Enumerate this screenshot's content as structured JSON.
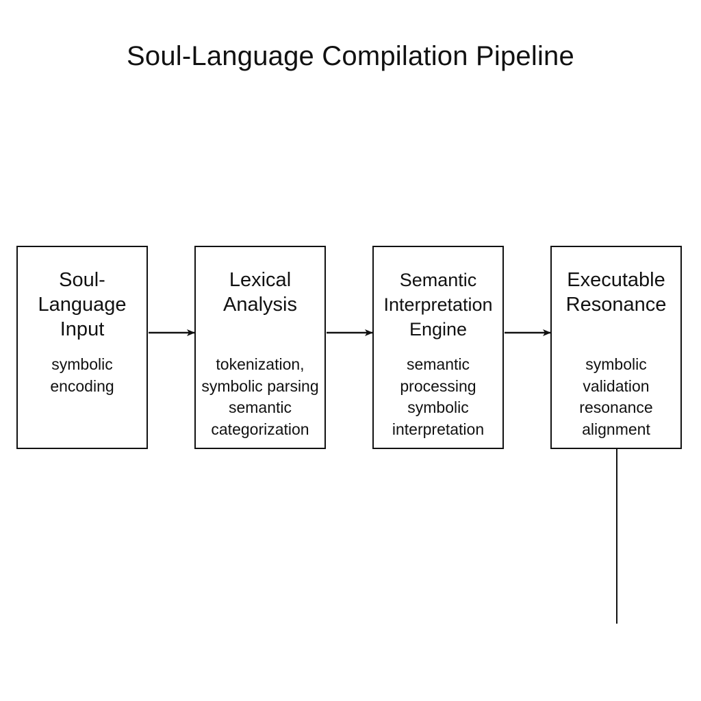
{
  "diagram": {
    "title": "Soul-Language Compilation Pipeline",
    "stages": [
      {
        "title": "Soul-\nLanguage\nInput",
        "description": "symbolic\nencoding"
      },
      {
        "title": "Lexical\nAnalysis",
        "description": "tokenization,\nsymbolic parsing\nsemantic\ncategorization"
      },
      {
        "title": "Semantic\nInterpretation\nEngine",
        "description": "semantic\nprocessing\nsymbolic\ninterpretation"
      },
      {
        "title": "Executable\nResonance",
        "description": "symbolic\nvalidation\nresonance\nalignment"
      }
    ],
    "colors": {
      "line": "#111111",
      "background": "#ffffff"
    }
  }
}
